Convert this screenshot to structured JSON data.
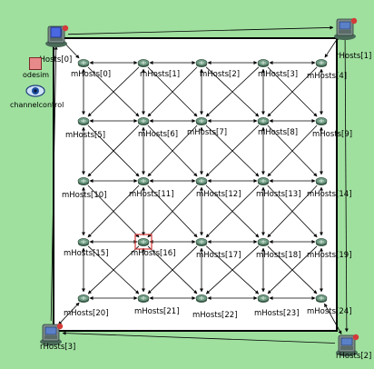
{
  "colors": {
    "background": "#9fe09f",
    "playground": "#ffffff",
    "frame": "#000000",
    "link": "#000000",
    "host_body": "#6e9a82",
    "highlight": "#d43a3a",
    "odesim_fill": "#e88a8a"
  },
  "modules": {
    "odesim": {
      "label": "odesim",
      "icon": "square-block-icon"
    },
    "channelcontrol": {
      "label": "channelcontrol",
      "icon": "eye-icon"
    }
  },
  "corner_hosts": [
    "rHosts[0]",
    "rHosts[1]",
    "rHosts[2]",
    "rHosts[3]"
  ],
  "mesh_hosts": [
    "mHosts[0]",
    "mHosts[1]",
    "mHosts[2]",
    "mHosts[3]",
    "mHosts[4]",
    "mHosts[5]",
    "mHosts[6]",
    "mHosts[7]",
    "mHosts[8]",
    "mHosts[9]",
    "mHosts[10]",
    "mHosts[11]",
    "mHosts[12]",
    "mHosts[13]",
    "mHosts[14]",
    "mHosts[15]",
    "mHosts[16]",
    "mHosts[17]",
    "mHosts[18]",
    "mHosts[19]",
    "mHosts[20]",
    "mHosts[21]",
    "mHosts[22]",
    "mHosts[23]",
    "mHosts[24]"
  ],
  "selected_host": "mHosts[16]"
}
